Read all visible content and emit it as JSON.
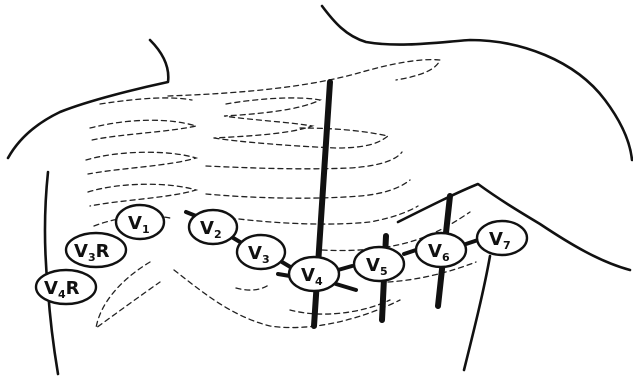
{
  "leads": [
    {
      "id": "v1",
      "letter": "V",
      "sub": "1",
      "suffix": ""
    },
    {
      "id": "v2",
      "letter": "V",
      "sub": "2",
      "suffix": ""
    },
    {
      "id": "v3",
      "letter": "V",
      "sub": "3",
      "suffix": ""
    },
    {
      "id": "v4",
      "letter": "V",
      "sub": "4",
      "suffix": ""
    },
    {
      "id": "v5",
      "letter": "V",
      "sub": "5",
      "suffix": ""
    },
    {
      "id": "v6",
      "letter": "V",
      "sub": "6",
      "suffix": ""
    },
    {
      "id": "v7",
      "letter": "V",
      "sub": "7",
      "suffix": ""
    },
    {
      "id": "v3r",
      "letter": "V",
      "sub": "3",
      "suffix": "R"
    },
    {
      "id": "v4r",
      "letter": "V",
      "sub": "4",
      "suffix": "R"
    }
  ]
}
